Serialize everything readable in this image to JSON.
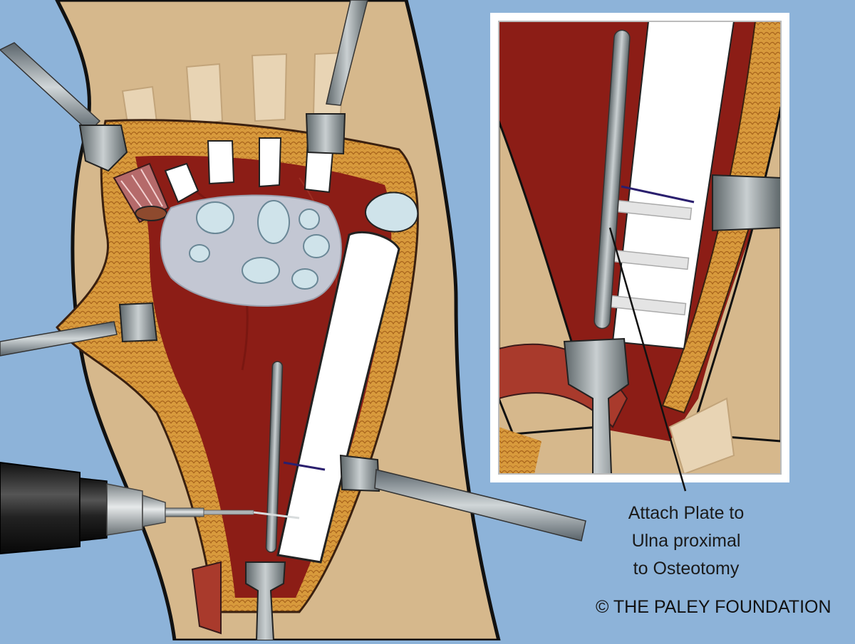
{
  "figure": {
    "caption_lines": [
      "Attach Plate to",
      "Ulna proximal",
      "to Osteotomy"
    ],
    "copyright": "© THE PALEY FOUNDATION"
  },
  "colors": {
    "background": "#8db3d9",
    "skin": "#d6b88c",
    "muscle": "#8c1d16",
    "fat": "#d89a3c",
    "bone": "#ffffff",
    "cartilage": "#cfe3ea",
    "metal": "#8d9598"
  }
}
